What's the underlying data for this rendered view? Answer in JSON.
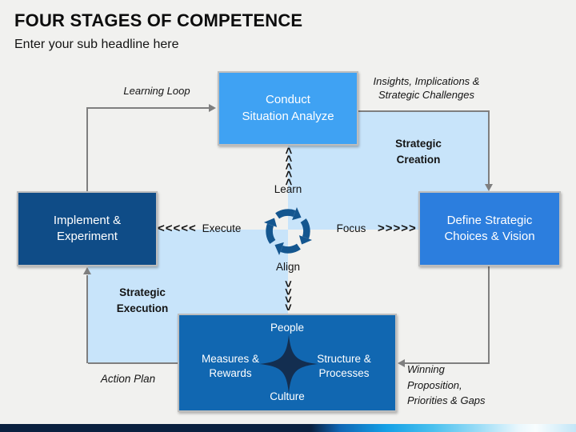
{
  "header": {
    "title": "FOUR STAGES OF COMPETENCE",
    "subtitle": "Enter your sub headline here"
  },
  "diagram": {
    "boxes": {
      "conduct": {
        "label": "Conduct\nSituation Analyze",
        "color": "#3fa2f3"
      },
      "define": {
        "label": "Define Strategic\nChoices & Vision",
        "color": "#2c7ede"
      },
      "implement": {
        "label": "Implement &\nExperiment",
        "color": "#0f4c87"
      }
    },
    "org": {
      "color": "#1167b1",
      "star_color": "#132e50",
      "people": "People",
      "measures": "Measures &\nRewards",
      "structure": "Structure &\nProcesses",
      "culture": "Culture"
    },
    "center": {
      "icon": "cycle-arrows-icon",
      "icon_color": "#14568f",
      "learn": "Learn",
      "align": "Align",
      "execute": "Execute",
      "focus": "Focus"
    },
    "chevrons": {
      "left": "<<<<<",
      "right": ">>>>>",
      "up": "<<<<<",
      "down": ">>>>"
    },
    "annotations": {
      "learning_loop": "Learning Loop",
      "insights": "Insights, Implications &\nStrategic Challenges",
      "strategic_creation": "Strategic\nCreation",
      "strategic_execution": "Strategic\nExecution",
      "action_plan": "Action Plan",
      "winning": "Winning\nProposition,\nPriorities & Gaps"
    },
    "colors": {
      "light_blue_panel": "#c8e4fa",
      "connector_gray": "#7f7f7f",
      "footer_gradient": [
        "#0a2140",
        "#14a0e6",
        "#e9f7fd",
        "#c3e6f7"
      ]
    }
  }
}
